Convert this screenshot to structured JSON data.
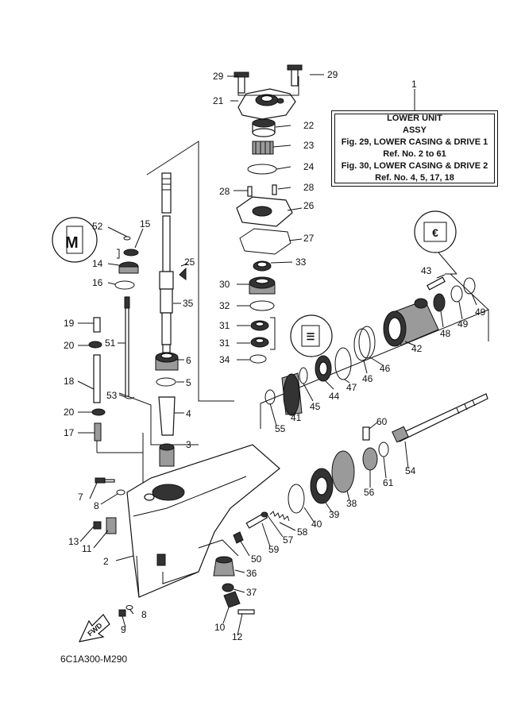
{
  "info_box": {
    "line1": "LOWER UNIT",
    "line2": "ASSY",
    "line3": "Fig. 29, LOWER CASING & DRIVE 1",
    "line4": "Ref. No. 2 to 61",
    "line5": "Fig. 30, LOWER CASING & DRIVE 2",
    "line6": "Ref. No. 4, 5, 17, 18"
  },
  "fwd_label": "FWD",
  "diagram_code": "6C1A300-M290",
  "callouts": {
    "c1": "1",
    "c2": "2",
    "c3": "3",
    "c4": "4",
    "c5": "5",
    "c6": "6",
    "c7": "7",
    "c8a": "8",
    "c8b": "8",
    "c9": "9",
    "c10": "10",
    "c11": "11",
    "c12": "12",
    "c13": "13",
    "c14": "14",
    "c15": "15",
    "c16": "16",
    "c17": "17",
    "c18": "18",
    "c19": "19",
    "c20a": "20",
    "c20b": "20",
    "c21": "21",
    "c22": "22",
    "c23": "23",
    "c24": "24",
    "c25": "25",
    "c26": "26",
    "c27": "27",
    "c28a": "28",
    "c28b": "28",
    "c29a": "29",
    "c29b": "29",
    "c30": "30",
    "c31a": "31",
    "c31b": "31",
    "c32": "32",
    "c33": "33",
    "c34": "34",
    "c35": "35",
    "c36": "36",
    "c37": "37",
    "c38": "38",
    "c39": "39",
    "c40": "40",
    "c41": "41",
    "c42": "42",
    "c43": "43",
    "c44": "44",
    "c45": "45",
    "c46a": "46",
    "c46b": "46",
    "c47": "47",
    "c48": "48",
    "c49a": "49",
    "c49b": "49",
    "c50": "50",
    "c51": "51",
    "c52": "52",
    "c53": "53",
    "c54": "54",
    "c55": "55",
    "c56": "56",
    "c57": "57",
    "c58": "58",
    "c59": "59",
    "c60": "60",
    "c61": "61"
  }
}
